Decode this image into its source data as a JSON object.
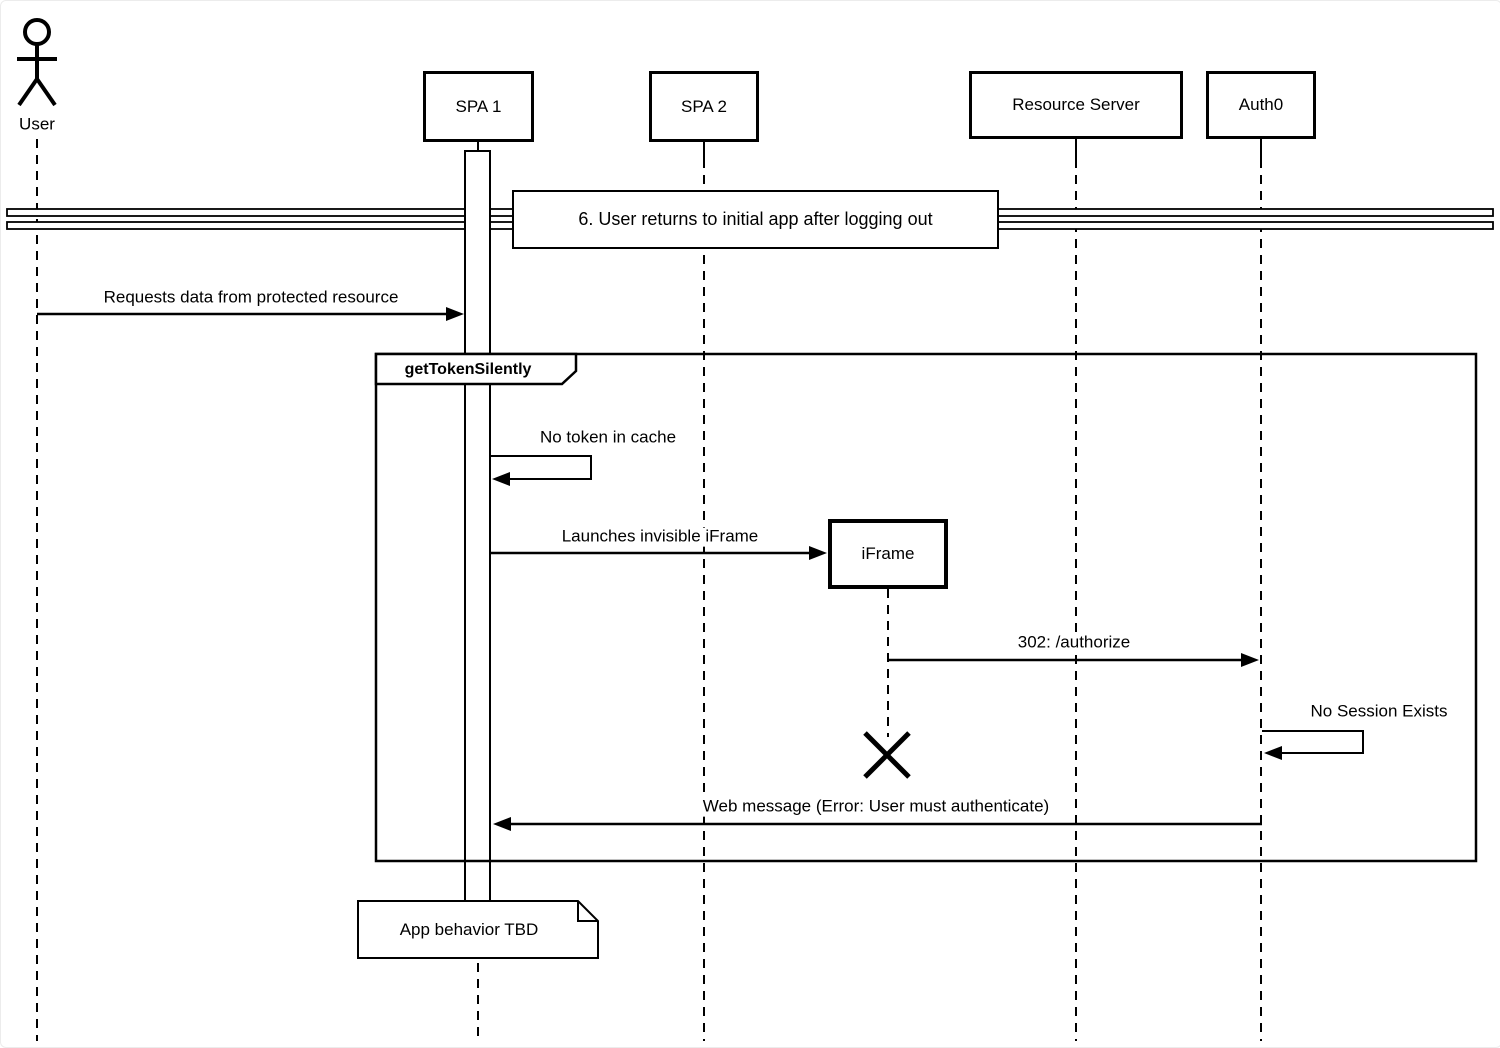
{
  "diagram": {
    "type": "uml-sequence",
    "caption": "6. User returns to initial app after logging out",
    "actor": {
      "label": "User"
    },
    "participants": {
      "spa1": {
        "label": "SPA 1"
      },
      "spa2": {
        "label": "SPA 2"
      },
      "resource_server": {
        "label": "Resource Server"
      },
      "auth0": {
        "label": "Auth0"
      },
      "iframe": {
        "label": "iFrame"
      }
    },
    "fragment": {
      "label": "getTokenSilently"
    },
    "messages": {
      "request_data": {
        "label": "Requests data from protected resource",
        "from": "User",
        "to": "SPA 1"
      },
      "no_token": {
        "label": "No token in cache",
        "from": "SPA 1",
        "to": "SPA 1"
      },
      "launch_iframe": {
        "label": "Launches invisible iFrame",
        "from": "SPA 1",
        "to": "iFrame"
      },
      "authorize": {
        "label": "302: /authorize",
        "from": "iFrame",
        "to": "Auth0"
      },
      "no_session": {
        "label": "No Session Exists",
        "from": "Auth0",
        "to": "Auth0"
      },
      "web_message": {
        "label": "Web message (Error: User must authenticate)",
        "from": "Auth0",
        "to": "SPA 1"
      }
    },
    "note": {
      "label": "App behavior TBD"
    },
    "colors": {
      "stroke": "#000000",
      "background": "#ffffff"
    }
  }
}
